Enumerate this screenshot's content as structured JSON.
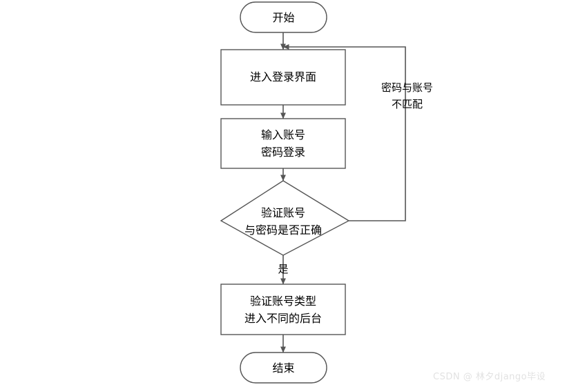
{
  "diagram": {
    "type": "flowchart",
    "orientation": "top-to-bottom",
    "background_color": "#ffffff",
    "line_color": "#555555",
    "text_color": "#000000",
    "nodes": [
      {
        "id": "start",
        "shape": "terminator",
        "label": "开始",
        "lines": [
          "开始"
        ]
      },
      {
        "id": "login-screen",
        "shape": "process",
        "label": "进入登录界面",
        "lines": [
          "进入登录界面"
        ]
      },
      {
        "id": "enter-credentials",
        "shape": "process",
        "label": "输入账号密码登录",
        "lines": [
          "输入账号",
          "密码登录"
        ]
      },
      {
        "id": "verify-decision",
        "shape": "decision",
        "label": "验证账号与密码是否正确",
        "lines": [
          "验证账号",
          "与密码是否正确"
        ]
      },
      {
        "id": "account-type",
        "shape": "process",
        "label": "验证账号类型进入不同的后台",
        "lines": [
          "验证账号类型",
          "进入不同的后台"
        ]
      },
      {
        "id": "end",
        "shape": "terminator",
        "label": "结束",
        "lines": [
          "结束"
        ]
      }
    ],
    "edges": [
      {
        "id": "start-to-login",
        "from": "start",
        "to": "login-screen",
        "label": ""
      },
      {
        "id": "login-to-credentials",
        "from": "login-screen",
        "to": "enter-credentials",
        "label": ""
      },
      {
        "id": "credentials-to-decision",
        "from": "enter-credentials",
        "to": "verify-decision",
        "label": ""
      },
      {
        "id": "decision-yes",
        "from": "verify-decision",
        "to": "account-type",
        "label": "是"
      },
      {
        "id": "decision-loopback",
        "from": "verify-decision",
        "to": "login-screen",
        "label": "密码与账号不匹配",
        "label_lines": [
          "密码与账号",
          "不匹配"
        ]
      },
      {
        "id": "account-type-to-end",
        "from": "account-type",
        "to": "end",
        "label": ""
      }
    ]
  },
  "watermark": {
    "text": "CSDN @ 林夕django毕设"
  }
}
